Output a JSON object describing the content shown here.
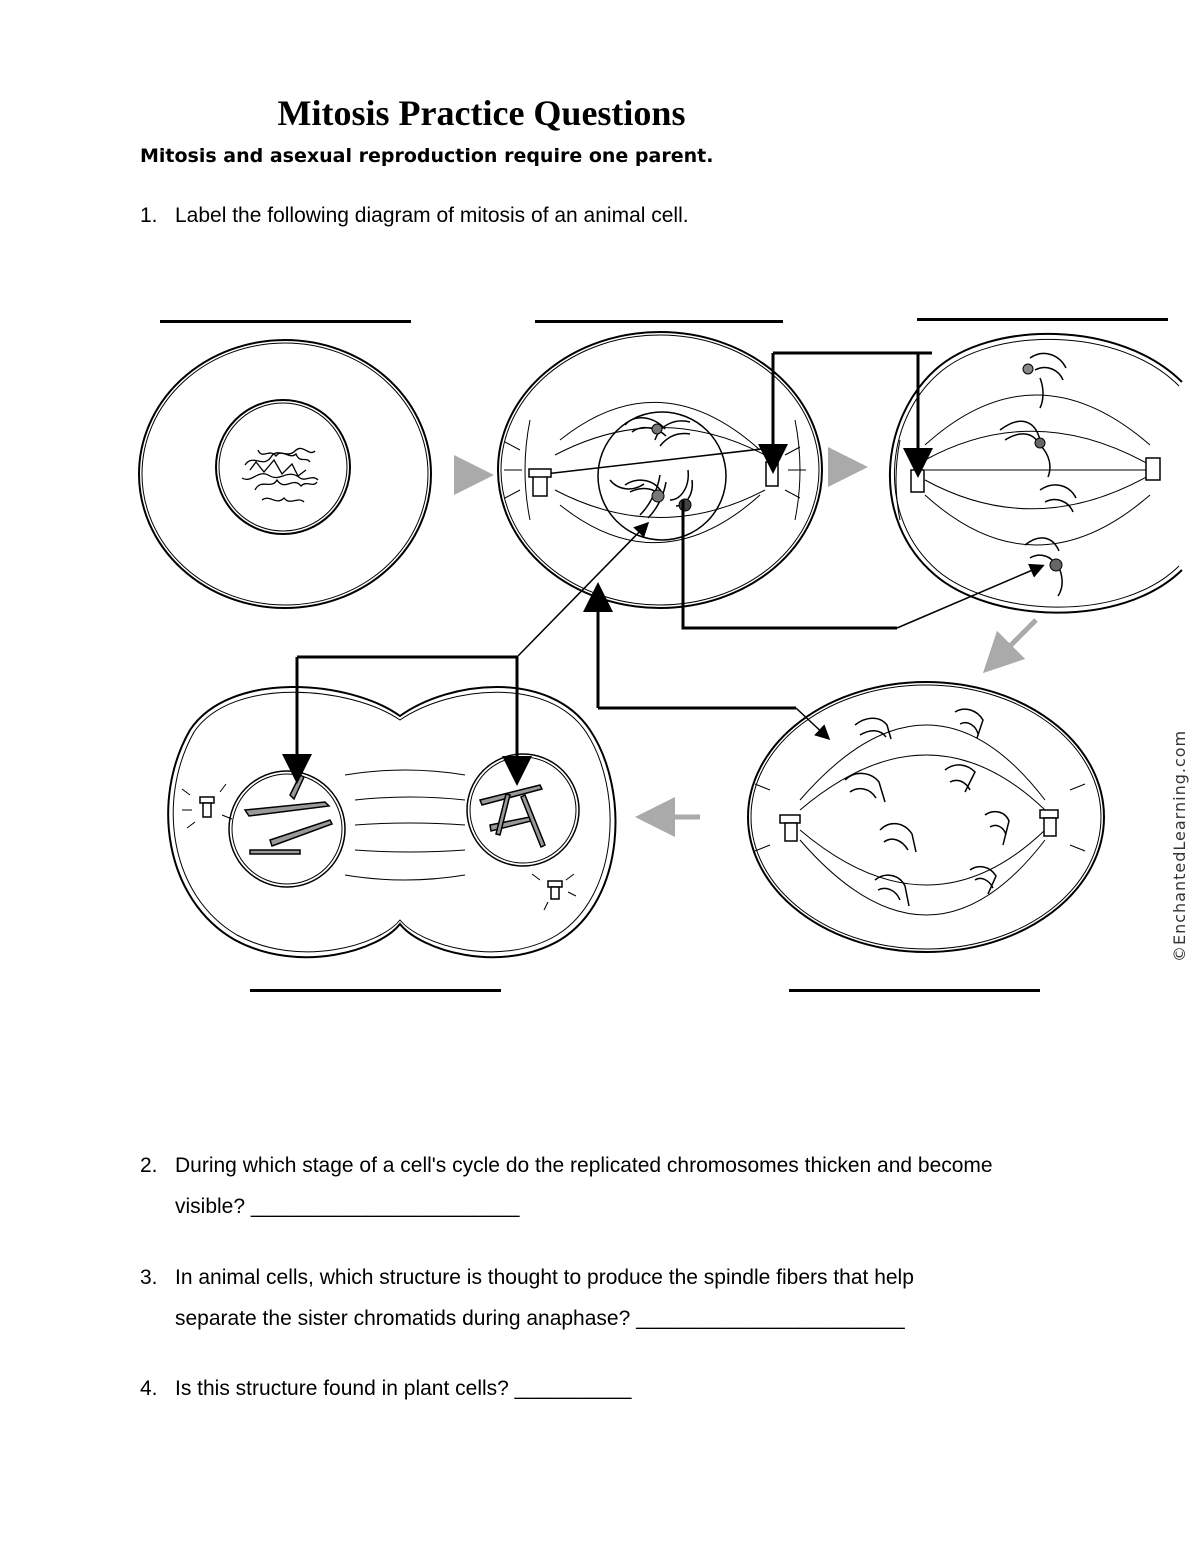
{
  "title": "Mitosis Practice Questions",
  "subtitle": "Mitosis and asexual reproduction require one parent.",
  "questions": [
    {
      "num": "1.",
      "text": "Label the following diagram of mitosis of an animal cell."
    },
    {
      "num": "2.",
      "text": "During which stage of a cell's cycle do the replicated chromosomes thicken and become",
      "text2": "visible?  _______________________"
    },
    {
      "num": "3.",
      "text": "In animal cells, which structure is thought to produce the spindle fibers that help",
      "text2": "separate the sister chromatids during anaphase?  _______________________"
    },
    {
      "num": "4.",
      "text": "Is this structure found in plant cells? __________"
    }
  ],
  "watermark": "©EnchantedLearning.com",
  "colors": {
    "ink": "#000000",
    "stage_arrow": "#aaaaaa"
  }
}
